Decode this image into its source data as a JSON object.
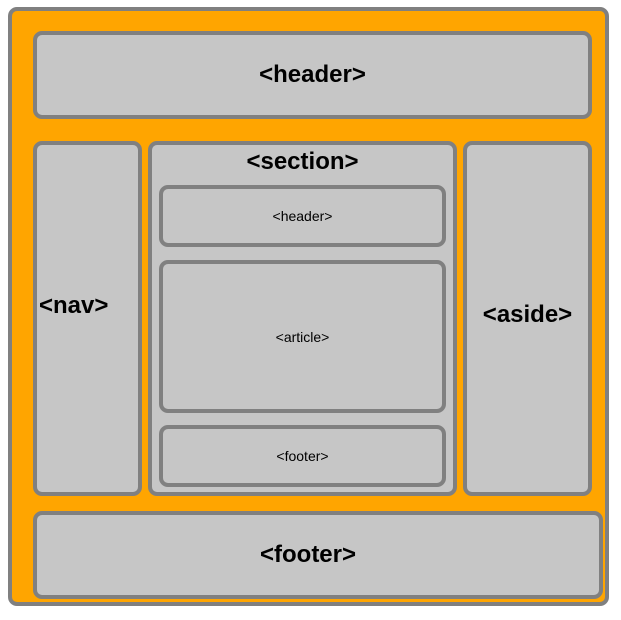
{
  "colors": {
    "frame_fill": "#ffa500",
    "box_fill": "#c6c6c6",
    "border": "#808080"
  },
  "labels": {
    "header": "<header>",
    "nav": "<nav>",
    "section": "<section>",
    "section_header": "<header>",
    "article": "<article>",
    "section_footer": "<footer>",
    "aside": "<aside>",
    "footer": "<footer>"
  }
}
